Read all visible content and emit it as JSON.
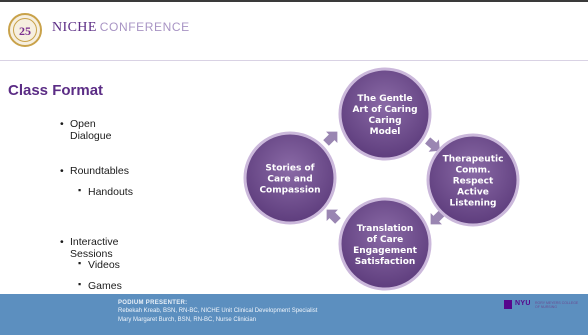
{
  "header": {
    "seal_text": "25",
    "brand_word1": "NICHE",
    "brand_word2": "CONFERENCE"
  },
  "title": "Class Format",
  "bullets": [
    {
      "level": 1,
      "text": "Open Dialogue"
    },
    {
      "level": 1,
      "text": "Roundtables"
    },
    {
      "level": 2,
      "text": "Handouts"
    },
    {
      "level": 1,
      "text": "Interactive Sessions"
    },
    {
      "level": 2,
      "text": "Videos"
    },
    {
      "level": 2,
      "text": "Games"
    }
  ],
  "cycle": {
    "nodes": [
      {
        "lines": [
          "The Gentle",
          "Art of Caring",
          "Caring",
          "Model"
        ]
      },
      {
        "lines": [
          "Therapeutic",
          "Comm.",
          "Respect",
          "Active",
          "Listening"
        ]
      },
      {
        "lines": [
          "Translation",
          "of Care",
          "Engagement",
          "Satisfaction"
        ]
      },
      {
        "lines": [
          "Stories of",
          "Care and",
          "Compassion"
        ]
      }
    ],
    "colors": {
      "fill": "#5e3d7d",
      "fill_light": "#8a6aa6",
      "ring": "#cbb8db",
      "arrow": "#9a86b2",
      "text": "#ffffff"
    }
  },
  "footer": {
    "presenter_title": "PODIUM PRESENTER:",
    "line1": "Rebekah Kreab, BSN, RN-BC, NICHE Unit Clinical Development Specialist",
    "line2": "Mary Margaret Burch, BSN, RN-BC, Nurse Clinician",
    "nyu_text": "NYU",
    "nyu_subtext": "RORY MEYERS COLLEGE OF NURSING"
  }
}
